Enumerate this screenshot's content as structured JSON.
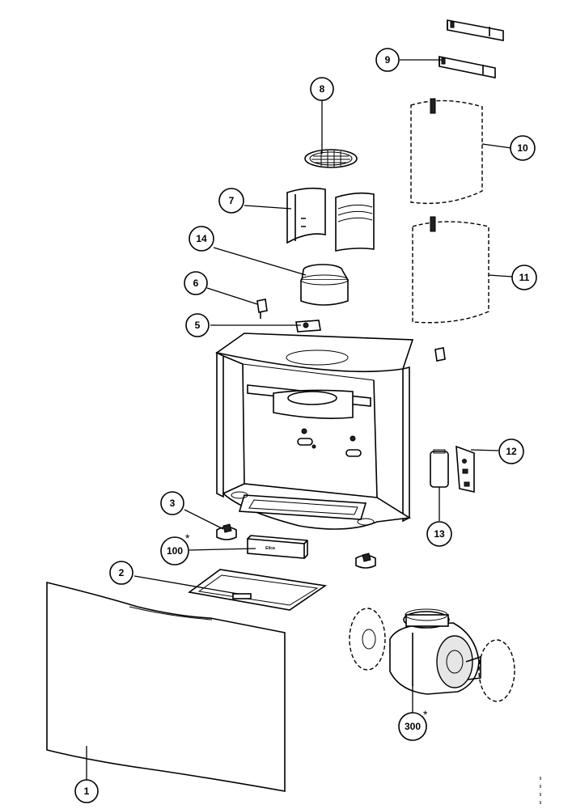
{
  "callouts": [
    {
      "id": "c1",
      "label": "1"
    },
    {
      "id": "c2",
      "label": "2"
    },
    {
      "id": "c3",
      "label": "3"
    },
    {
      "id": "c5",
      "label": "5"
    },
    {
      "id": "c6",
      "label": "6"
    },
    {
      "id": "c7",
      "label": "7"
    },
    {
      "id": "c8",
      "label": "8"
    },
    {
      "id": "c9",
      "label": "9"
    },
    {
      "id": "c10",
      "label": "10"
    },
    {
      "id": "c11",
      "label": "11"
    },
    {
      "id": "c12",
      "label": "12"
    },
    {
      "id": "c13",
      "label": "13"
    },
    {
      "id": "c14",
      "label": "14"
    },
    {
      "id": "c100",
      "label": "100"
    },
    {
      "id": "c300",
      "label": "300"
    }
  ],
  "asterisk": "*",
  "controller_text": "Elica"
}
